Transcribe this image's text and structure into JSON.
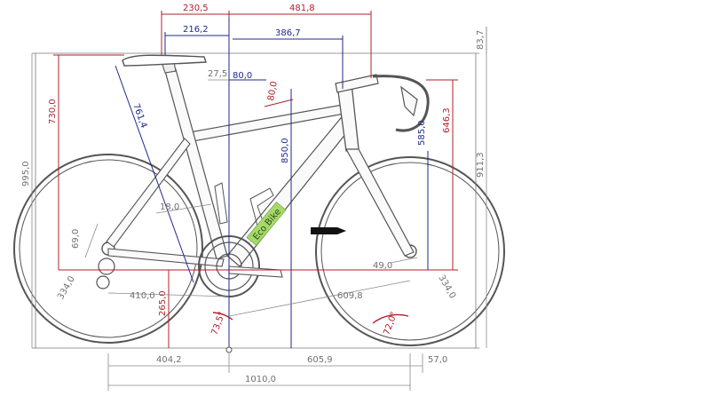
{
  "diagram": {
    "brand_decal": "Eco Bike",
    "colors": {
      "red_dim": "#b0202a",
      "blue_dim": "#1f2a88",
      "gray_dim": "#7a7a7a",
      "frame": "#555555",
      "decal": "#a6d96a",
      "background": "#ffffff"
    },
    "dimensions": {
      "top_left_230": "230,5",
      "top_481": "481,8",
      "top_216": "216,2",
      "top_386": "386,7",
      "right_837": "83,7",
      "seat_offset_27": "27,5",
      "stem_80": "80,0",
      "stem_80b": "80,0",
      "seat_tube_761": "761,4",
      "saddle_height_730": "730,0",
      "left_995": "995,0",
      "stack_850": "850,0",
      "head_585": "585,0",
      "bar_646": "646,3",
      "right_911": "911,3",
      "bb_18": "18,0",
      "chainstay_69": "69,0",
      "fork_49": "49,0",
      "wheel_334_left": "334,0",
      "wheel_334_right": "334,0",
      "chainstay_410": "410,0",
      "front_609": "609,8",
      "bb_height_265": "265,0",
      "seat_angle": "73,5°",
      "head_angle": "72,0°",
      "bottom_404": "404,2",
      "bottom_605": "605,9",
      "bottom_57": "57,0",
      "wheelbase_1010": "1010,0"
    }
  }
}
